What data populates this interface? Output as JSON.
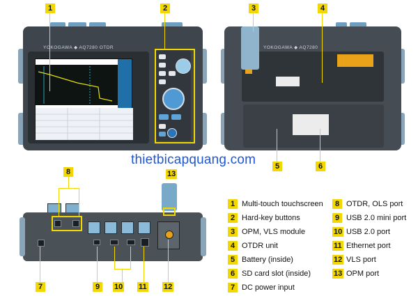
{
  "site_name": "thietbicapquang.com",
  "front": {
    "brand": "YOKOGAWA ◆ AQ7280 OTDR"
  },
  "back": {
    "brand": "YOKOGAWA ◆ AQ7280"
  },
  "callouts": [
    "1",
    "2",
    "3",
    "4",
    "5",
    "6",
    "8",
    "13",
    "7",
    "9",
    "10",
    "11",
    "12"
  ],
  "legend": [
    {
      "num": "1",
      "label": "Multi-touch touchscreen"
    },
    {
      "num": "2",
      "label": "Hard-key buttons"
    },
    {
      "num": "3",
      "label": "OPM, VLS module"
    },
    {
      "num": "4",
      "label": "OTDR unit"
    },
    {
      "num": "5",
      "label": "Battery (inside)"
    },
    {
      "num": "6",
      "label": "SD card slot (inside)"
    },
    {
      "num": "7",
      "label": "DC power input"
    },
    {
      "num": "8",
      "label": "OTDR, OLS port"
    },
    {
      "num": "9",
      "label": "USB 2.0 mini port"
    },
    {
      "num": "10",
      "label": "USB 2.0 port"
    },
    {
      "num": "11",
      "label": "Ethernet port"
    },
    {
      "num": "12",
      "label": "VLS port"
    },
    {
      "num": "13",
      "label": "OPM port"
    }
  ],
  "colors": {
    "callout": "#f2d800",
    "device_body": "#3e454c",
    "accent": "#5ea4d8"
  }
}
